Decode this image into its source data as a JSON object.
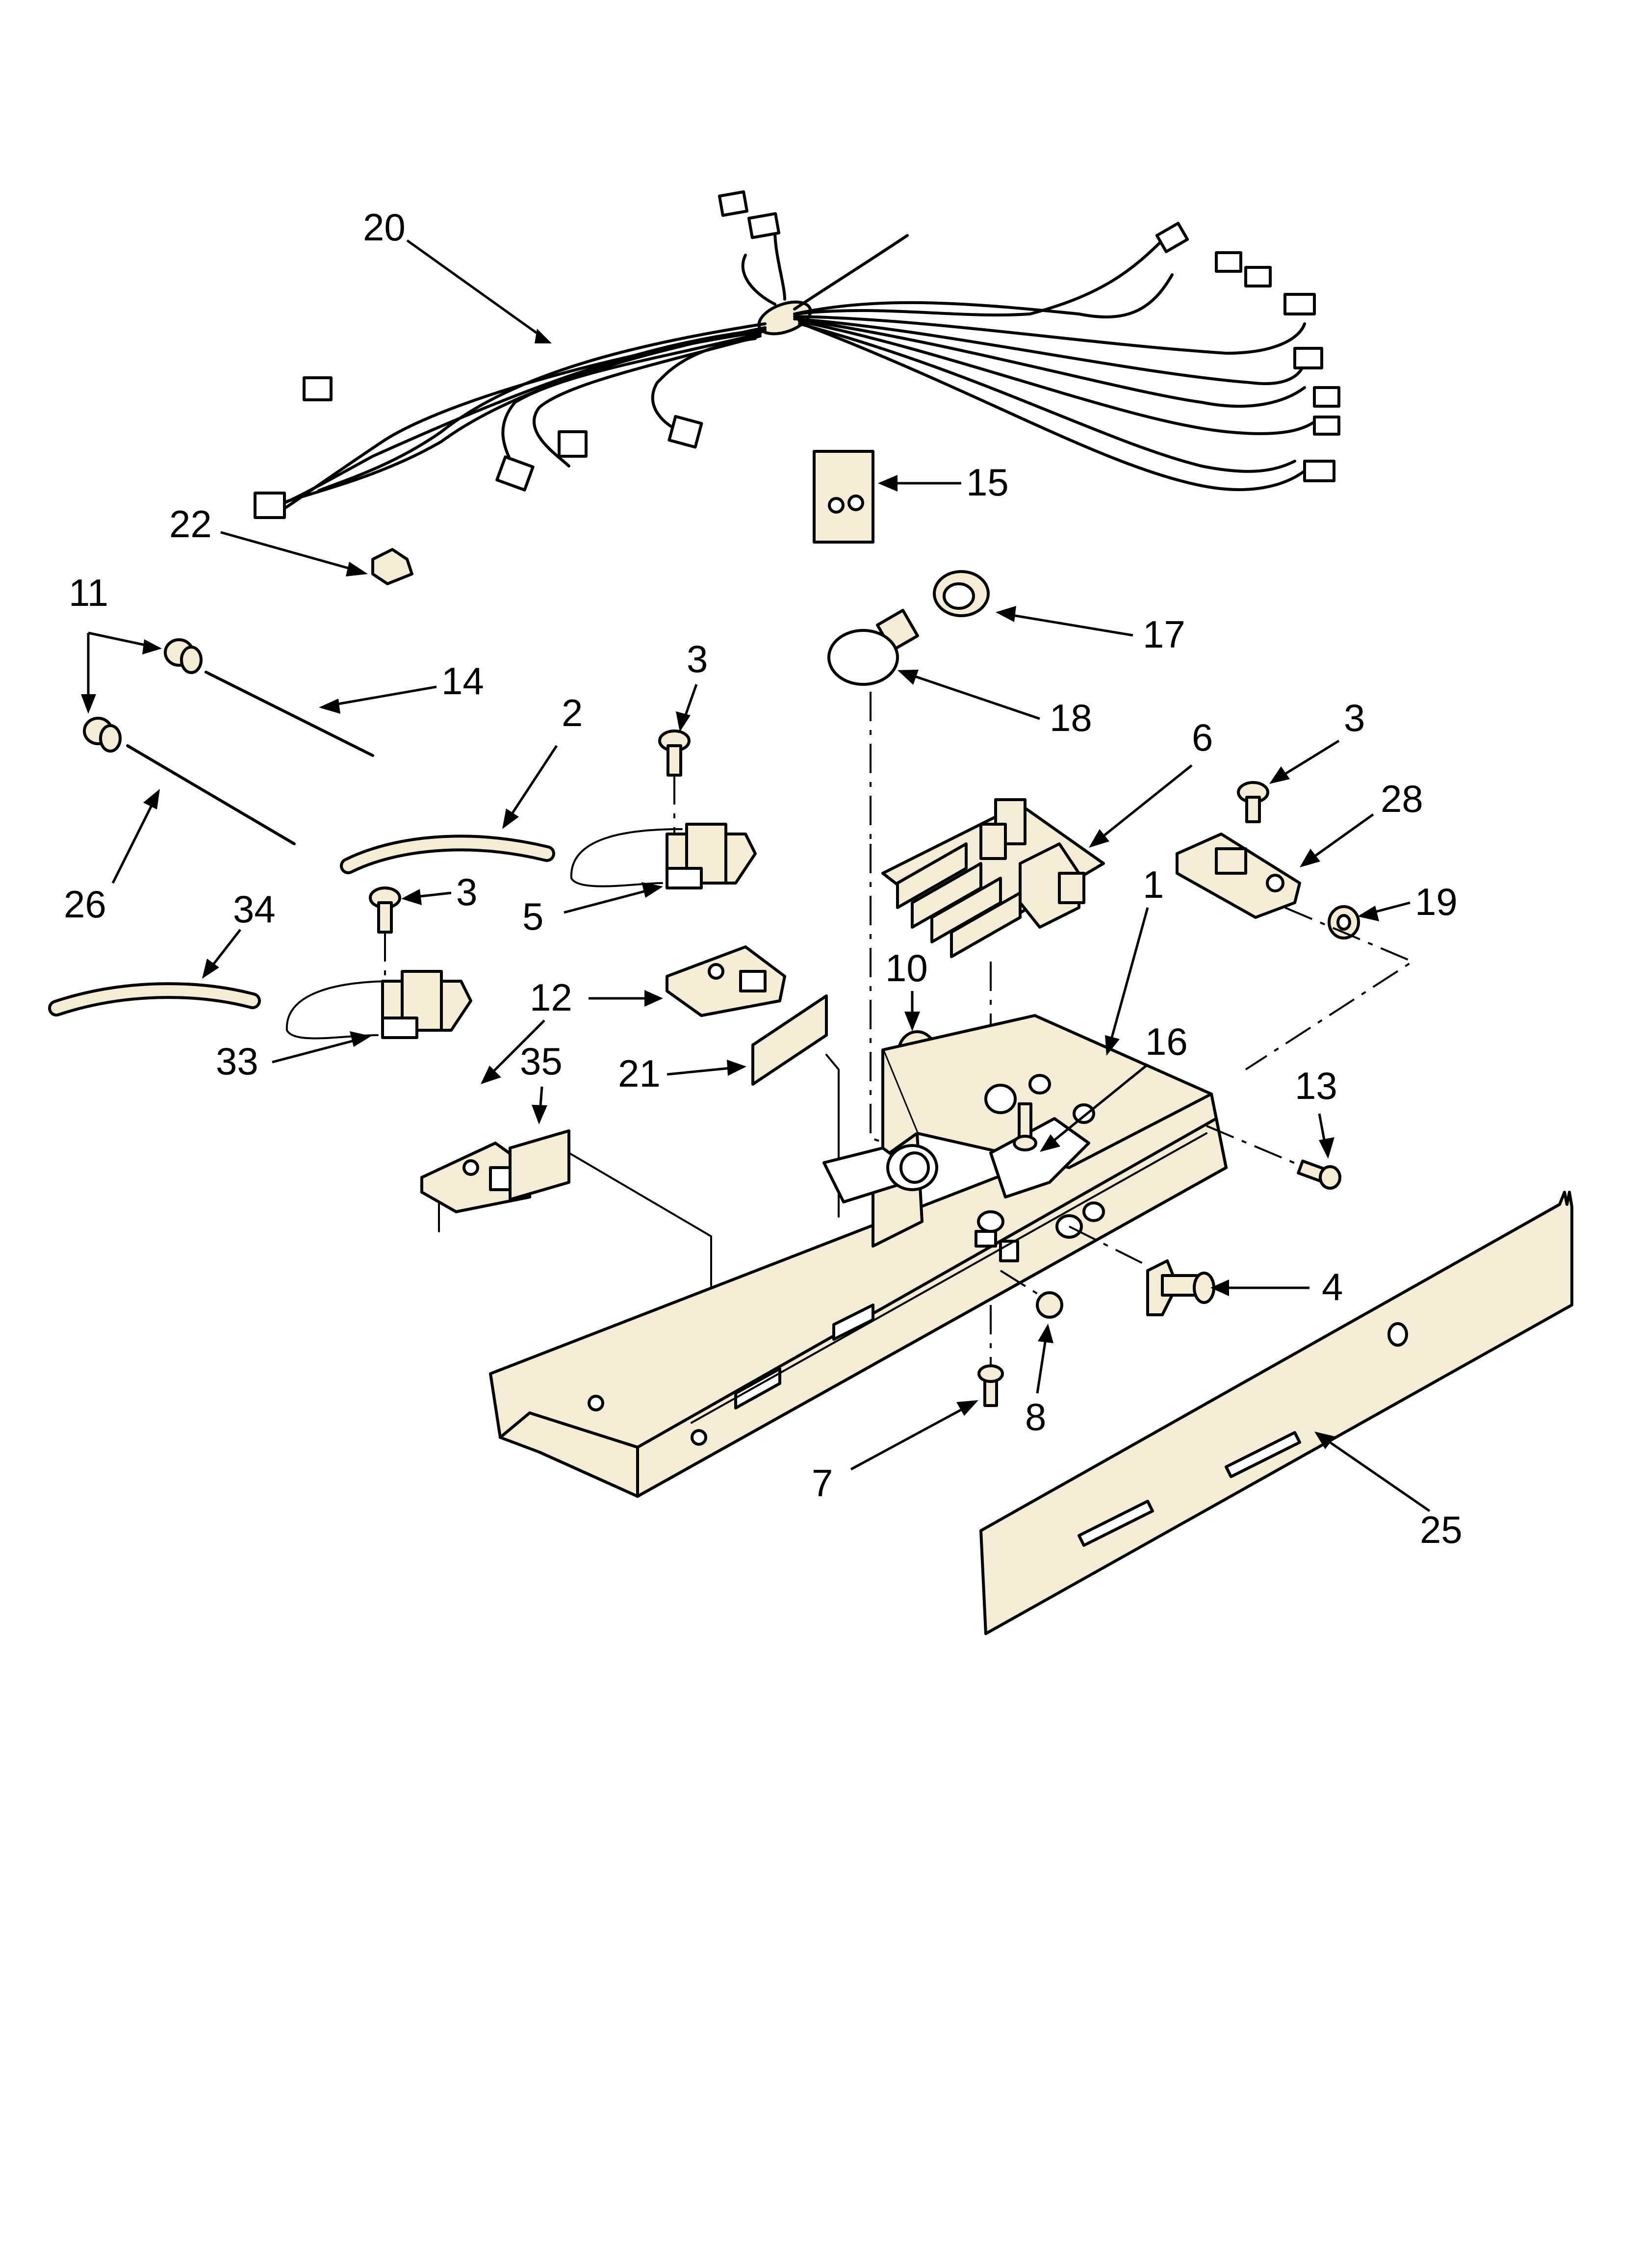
{
  "diagram": {
    "callouts": [
      {
        "id": "20",
        "text": "20"
      },
      {
        "id": "15",
        "text": "15"
      },
      {
        "id": "22",
        "text": "22"
      },
      {
        "id": "11",
        "text": "11"
      },
      {
        "id": "14",
        "text": "14"
      },
      {
        "id": "17",
        "text": "17"
      },
      {
        "id": "18",
        "text": "18"
      },
      {
        "id": "3a",
        "text": "3"
      },
      {
        "id": "2",
        "text": "2"
      },
      {
        "id": "26",
        "text": "26"
      },
      {
        "id": "6",
        "text": "6"
      },
      {
        "id": "3b",
        "text": "3"
      },
      {
        "id": "28",
        "text": "28"
      },
      {
        "id": "5",
        "text": "5"
      },
      {
        "id": "3c",
        "text": "3"
      },
      {
        "id": "34",
        "text": "34"
      },
      {
        "id": "1",
        "text": "1"
      },
      {
        "id": "19",
        "text": "19"
      },
      {
        "id": "10",
        "text": "10"
      },
      {
        "id": "12",
        "text": "12"
      },
      {
        "id": "33",
        "text": "33"
      },
      {
        "id": "16",
        "text": "16"
      },
      {
        "id": "21",
        "text": "21"
      },
      {
        "id": "35",
        "text": "35"
      },
      {
        "id": "13",
        "text": "13"
      },
      {
        "id": "4",
        "text": "4"
      },
      {
        "id": "8",
        "text": "8"
      },
      {
        "id": "7",
        "text": "7"
      },
      {
        "id": "25",
        "text": "25"
      }
    ]
  }
}
